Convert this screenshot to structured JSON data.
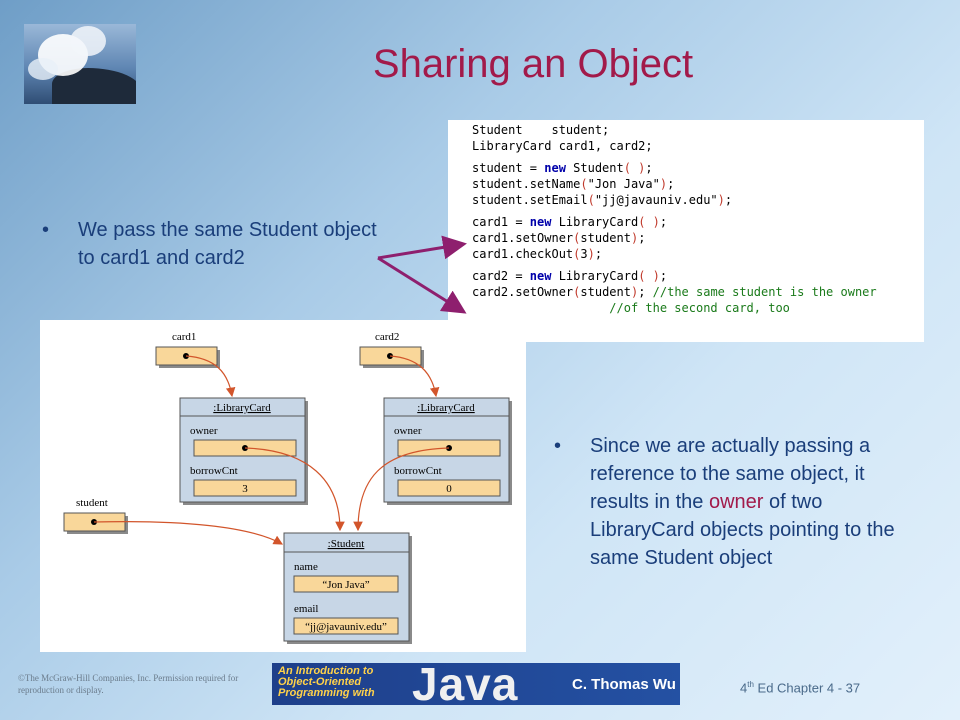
{
  "title": "Sharing an Object",
  "bullets": {
    "b1": "We pass the same Student object to card1 and card2",
    "b2_pre": "Since we are actually passing a reference to the same object, it results in the ",
    "b2_hl": "owner",
    "b2_post": " of two LibraryCard objects pointing to the same Student object"
  },
  "code": {
    "l1": "Student    student;",
    "l2": "LibraryCard card1, card2;",
    "l3a": "student = ",
    "l3kw": "new",
    "l3b": " Student",
    "l3p": "( )",
    "l3c": ";",
    "l4a": "student.setName",
    "l4p1": "(",
    "l4s": "\"Jon Java\"",
    "l4p2": ")",
    "l4c": ";",
    "l5a": "student.setEmail",
    "l5p1": "(",
    "l5s": "\"jj@javauniv.edu\"",
    "l5p2": ")",
    "l5c": ";",
    "l6a": "card1 = ",
    "l6kw": "new",
    "l6b": " LibraryCard",
    "l6p": "( )",
    "l6c": ";",
    "l7a": "card1.setOwner",
    "l7p1": "(",
    "l7s": "student",
    "l7p2": ")",
    "l7c": ";",
    "l8a": "card1.checkOut",
    "l8p1": "(",
    "l8s": "3",
    "l8p2": ")",
    "l8c": ";",
    "l9a": "card2 = ",
    "l9kw": "new",
    "l9b": " LibraryCard",
    "l9p": "( )",
    "l9c": ";",
    "l10a": "card2.setOwner",
    "l10p1": "(",
    "l10s": "student",
    "l10p2": ")",
    "l10c": "; ",
    "l10cm": "//the same student is the owner",
    "l11pad": "                   ",
    "l11cm": "//of the second card, too"
  },
  "diagram": {
    "card1_label": "card1",
    "card2_label": "card2",
    "student_label": "student",
    "libcard_title": ":LibraryCard",
    "owner_label": "owner",
    "borrow_label": "borrowCnt",
    "borrow1_value": "3",
    "borrow2_value": "0",
    "student_title": ":Student",
    "name_label": "name",
    "name_value": "“Jon Java”",
    "email_label": "email",
    "email_value": "“jj@javauniv.edu”",
    "colors": {
      "var_fill": "#f9d79a",
      "obj_fill": "#c7d6e6",
      "arrow": "#d2552b"
    }
  },
  "footer": {
    "copyright": "©The McGraw-Hill Companies, Inc. Permission required for reproduction or display.",
    "book_line1": "An Introduction to",
    "book_line2": "Object-Oriented",
    "book_line3": "Programming with",
    "java": "Java",
    "author": "C. Thomas Wu",
    "edition_num": "4",
    "edition_sup": "th",
    "chapter": " Ed Chapter 4 - 37"
  },
  "colors": {
    "title": "#a21a4a",
    "bullet_text": "#1a3e7a",
    "connector_arrow": "#8e1f6e"
  }
}
